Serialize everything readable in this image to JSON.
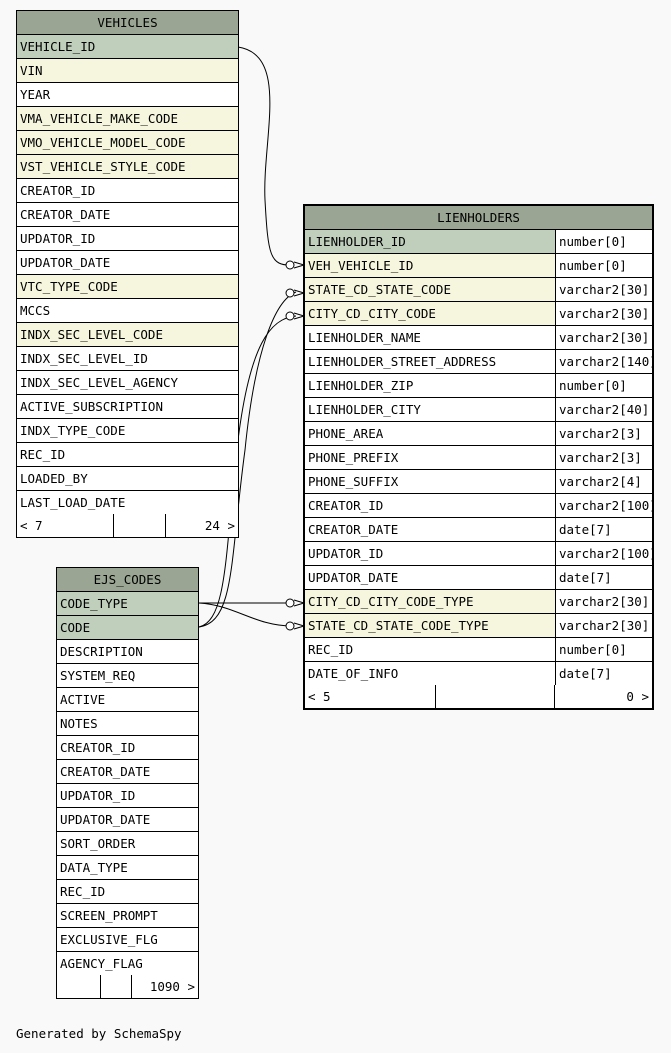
{
  "vehicles": {
    "title": "VEHICLES",
    "rows": [
      {
        "name": "VEHICLE_ID",
        "kind": "pk"
      },
      {
        "name": "VIN",
        "kind": "fk"
      },
      {
        "name": "YEAR",
        "kind": "plain"
      },
      {
        "name": "VMA_VEHICLE_MAKE_CODE",
        "kind": "fk"
      },
      {
        "name": "VMO_VEHICLE_MODEL_CODE",
        "kind": "fk"
      },
      {
        "name": "VST_VEHICLE_STYLE_CODE",
        "kind": "fk"
      },
      {
        "name": "CREATOR_ID",
        "kind": "plain"
      },
      {
        "name": "CREATOR_DATE",
        "kind": "plain"
      },
      {
        "name": "UPDATOR_ID",
        "kind": "plain"
      },
      {
        "name": "UPDATOR_DATE",
        "kind": "plain"
      },
      {
        "name": "VTC_TYPE_CODE",
        "kind": "fk"
      },
      {
        "name": "MCCS",
        "kind": "plain"
      },
      {
        "name": "INDX_SEC_LEVEL_CODE",
        "kind": "fk"
      },
      {
        "name": "INDX_SEC_LEVEL_ID",
        "kind": "plain"
      },
      {
        "name": "INDX_SEC_LEVEL_AGENCY",
        "kind": "plain"
      },
      {
        "name": "ACTIVE_SUBSCRIPTION",
        "kind": "plain"
      },
      {
        "name": "INDX_TYPE_CODE",
        "kind": "plain"
      },
      {
        "name": "REC_ID",
        "kind": "plain"
      },
      {
        "name": "LOADED_BY",
        "kind": "plain"
      },
      {
        "name": "LAST_LOAD_DATE",
        "kind": "plain"
      }
    ],
    "footer": {
      "parents": "< 7",
      "rows": "",
      "children": "24 >"
    }
  },
  "lienholders": {
    "title": "LIENHOLDERS",
    "rows": [
      {
        "name": "LIENHOLDER_ID",
        "type": "number[0]",
        "kind": "pk"
      },
      {
        "name": "VEH_VEHICLE_ID",
        "type": "number[0]",
        "kind": "fk"
      },
      {
        "name": "STATE_CD_STATE_CODE",
        "type": "varchar2[30]",
        "kind": "fk"
      },
      {
        "name": "CITY_CD_CITY_CODE",
        "type": "varchar2[30]",
        "kind": "fk"
      },
      {
        "name": "LIENHOLDER_NAME",
        "type": "varchar2[30]",
        "kind": "plain"
      },
      {
        "name": "LIENHOLDER_STREET_ADDRESS",
        "type": "varchar2[140]",
        "kind": "plain"
      },
      {
        "name": "LIENHOLDER_ZIP",
        "type": "number[0]",
        "kind": "plain"
      },
      {
        "name": "LIENHOLDER_CITY",
        "type": "varchar2[40]",
        "kind": "plain"
      },
      {
        "name": "PHONE_AREA",
        "type": "varchar2[3]",
        "kind": "plain"
      },
      {
        "name": "PHONE_PREFIX",
        "type": "varchar2[3]",
        "kind": "plain"
      },
      {
        "name": "PHONE_SUFFIX",
        "type": "varchar2[4]",
        "kind": "plain"
      },
      {
        "name": "CREATOR_ID",
        "type": "varchar2[100]",
        "kind": "plain"
      },
      {
        "name": "CREATOR_DATE",
        "type": "date[7]",
        "kind": "plain"
      },
      {
        "name": "UPDATOR_ID",
        "type": "varchar2[100]",
        "kind": "plain"
      },
      {
        "name": "UPDATOR_DATE",
        "type": "date[7]",
        "kind": "plain"
      },
      {
        "name": "CITY_CD_CITY_CODE_TYPE",
        "type": "varchar2[30]",
        "kind": "fk"
      },
      {
        "name": "STATE_CD_STATE_CODE_TYPE",
        "type": "varchar2[30]",
        "kind": "fk"
      },
      {
        "name": "REC_ID",
        "type": "number[0]",
        "kind": "plain"
      },
      {
        "name": "DATE_OF_INFO",
        "type": "date[7]",
        "kind": "plain"
      }
    ],
    "footer": {
      "parents": "< 5",
      "rows": "",
      "children": "0 >"
    }
  },
  "ejs_codes": {
    "title": "EJS_CODES",
    "rows": [
      {
        "name": "CODE_TYPE",
        "kind": "pk"
      },
      {
        "name": "CODE",
        "kind": "pk"
      },
      {
        "name": "DESCRIPTION",
        "kind": "plain"
      },
      {
        "name": "SYSTEM_REQ",
        "kind": "plain"
      },
      {
        "name": "ACTIVE",
        "kind": "plain"
      },
      {
        "name": "NOTES",
        "kind": "plain"
      },
      {
        "name": "CREATOR_ID",
        "kind": "plain"
      },
      {
        "name": "CREATOR_DATE",
        "kind": "plain"
      },
      {
        "name": "UPDATOR_ID",
        "kind": "plain"
      },
      {
        "name": "UPDATOR_DATE",
        "kind": "plain"
      },
      {
        "name": "SORT_ORDER",
        "kind": "plain"
      },
      {
        "name": "DATA_TYPE",
        "kind": "plain"
      },
      {
        "name": "REC_ID",
        "kind": "plain"
      },
      {
        "name": "SCREEN_PROMPT",
        "kind": "plain"
      },
      {
        "name": "EXCLUSIVE_FLG",
        "kind": "plain"
      },
      {
        "name": "AGENCY_FLAG",
        "kind": "plain"
      }
    ],
    "footer": {
      "parents": "",
      "rows": "",
      "children": "1090 >"
    }
  },
  "generated_by": "Generated by SchemaSpy",
  "colors": {
    "header": "#9aa693",
    "pk": "#bfcfbc",
    "fk": "#f6f6de",
    "plain": "#ffffff",
    "background": "#f9f9f9"
  }
}
